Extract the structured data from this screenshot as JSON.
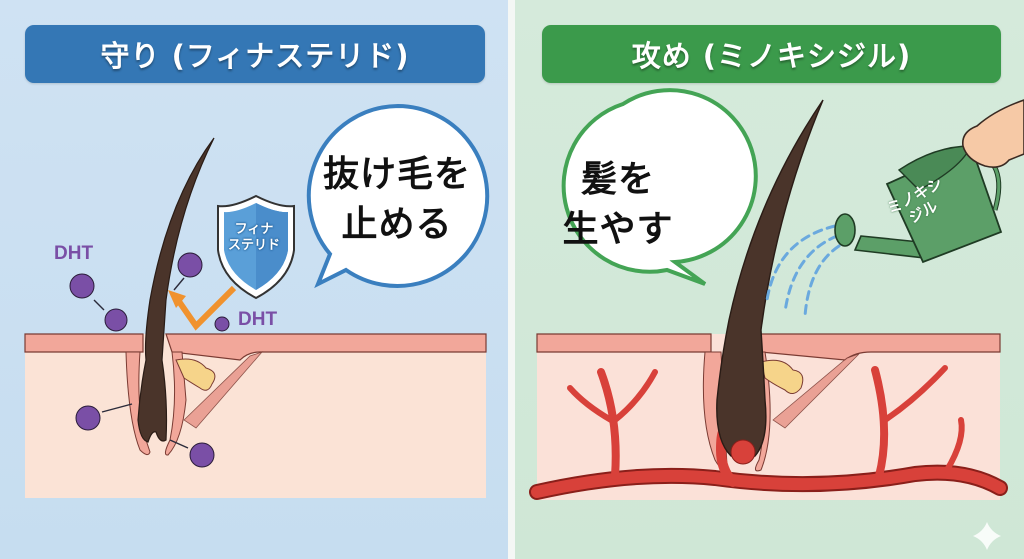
{
  "left_panel": {
    "title": "守り (フィナステリド)",
    "bubble_line1": "抜け毛を",
    "bubble_line2": "止める",
    "shield_line1": "フィナ",
    "shield_line2": "ステリド",
    "dht_label_1": "DHT",
    "dht_label_2": "DHT",
    "colors": {
      "title_bg": "#3477b5",
      "bubble_border": "#3a7fbf",
      "panel_bg": "#cfe2f3",
      "dht": "#7a4fa6",
      "arrow": "#f0922e"
    },
    "icons": [
      "shield-icon",
      "dht-virus-icon",
      "deflect-arrow-icon",
      "hair-follicle-icon"
    ]
  },
  "right_panel": {
    "title": "攻め (ミノキシジル)",
    "bubble_line1": "髪を",
    "bubble_line2": "生やす",
    "can_line1": "ミノキシ",
    "can_line2": "ジル",
    "colors": {
      "title_bg": "#3b9a4b",
      "bubble_border": "#44a455",
      "panel_bg": "#d5eadb",
      "vessel": "#d8413a",
      "water": "#6aa9de"
    },
    "icons": [
      "watering-can-icon",
      "hand-icon",
      "blood-vessel-icon",
      "water-drops-icon",
      "hair-follicle-icon",
      "sparkle-icon"
    ]
  }
}
